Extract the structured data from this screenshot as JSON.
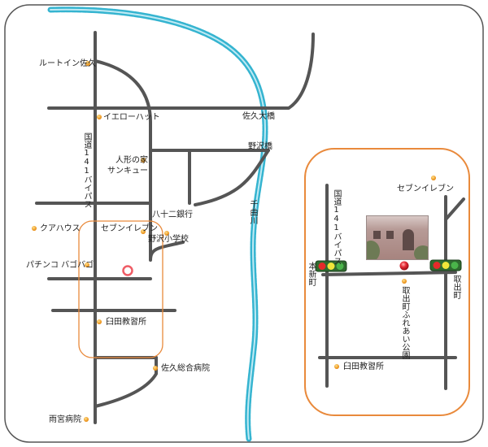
{
  "labels": {
    "route_inn": "ルートイン佐久",
    "yellow_hat": "イエローハット",
    "route141": "国道141バイパス",
    "doll_house": "人形の家\nサンキュー",
    "kuahaus": "クアハウス",
    "hachijuni": "八十二銀行",
    "seven_left": "セブンイレブン",
    "nozawa_school": "野沢小学校",
    "pachinko": "パチンコ バゴバゴ",
    "usuda_school_left": "臼田教習所",
    "saku_hospital": "佐久総合病院",
    "amemiya": "雨宮病院",
    "saku_bridge": "佐久大橋",
    "nozawa_bridge": "野沢橋",
    "chikuma": "千曲川",
    "seven_inset": "セブンイレブン",
    "route141_inset": "国道141バイパス",
    "honshinmachi": "本新町",
    "toride": "取出町",
    "park": "取出町ふれあい公園",
    "usuda_school_inset": "臼田教習所"
  },
  "colors": {
    "road": "#555555",
    "river": "#35b4d0",
    "highlight": "#e98a3c",
    "poi": "#f0a020",
    "marker": "#e0303a"
  }
}
